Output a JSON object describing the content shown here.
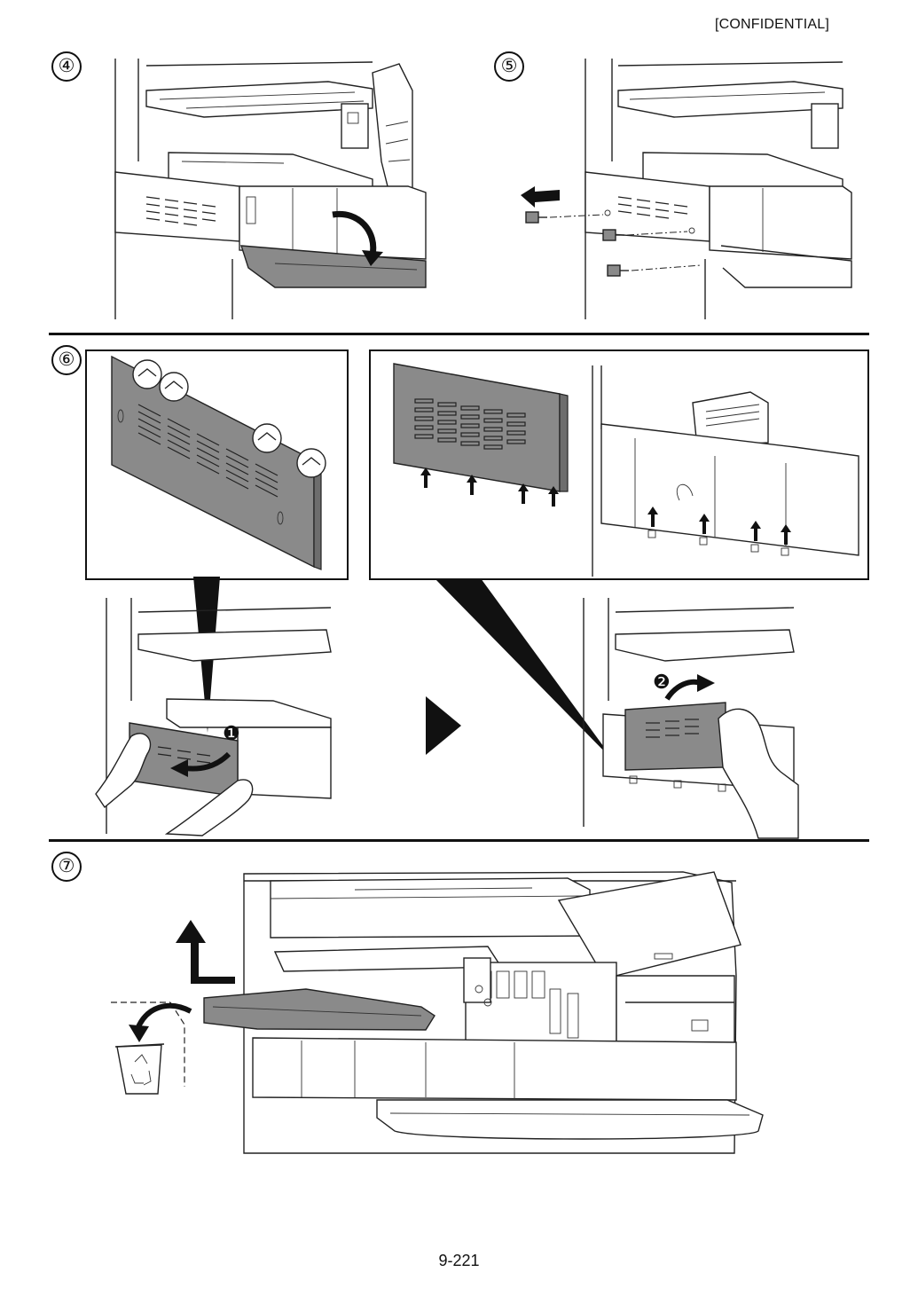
{
  "header": {
    "label": "[CONFIDENTIAL]"
  },
  "steps": [
    {
      "number": "④"
    },
    {
      "number": "⑤"
    },
    {
      "number": "⑥"
    },
    {
      "number": "⑦"
    }
  ],
  "sub_steps": [
    {
      "marker": "❶"
    },
    {
      "marker": "❷"
    }
  ],
  "icons": {
    "arrow": "arrow-icon",
    "next": "play-triangle-icon",
    "recycle": "recycle-bin-icon"
  },
  "colors": {
    "panel_gray": "#8a8a8a",
    "line": "#222222"
  },
  "footer": {
    "page_number": "9-221"
  }
}
